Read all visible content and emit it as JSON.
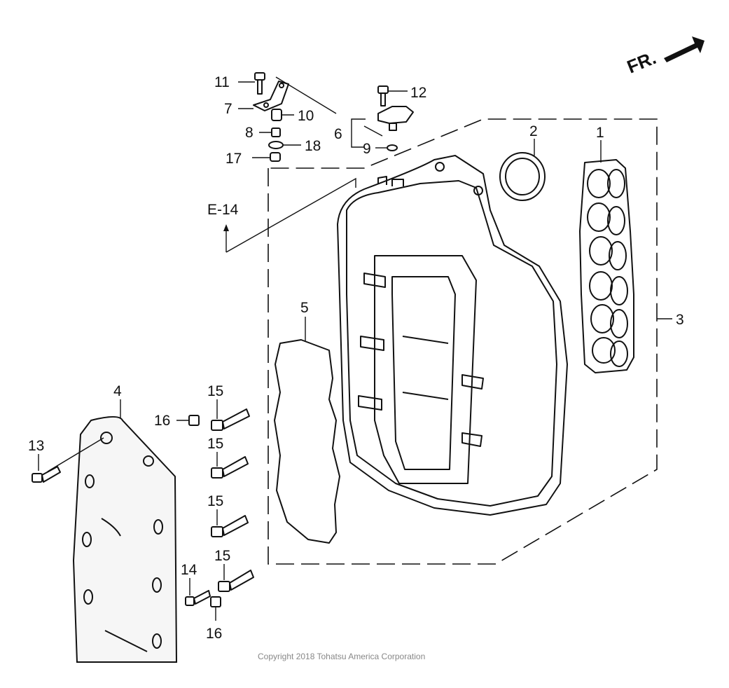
{
  "direction_indicator": {
    "label": "FR."
  },
  "reference": {
    "label": "E-14"
  },
  "copyright": "Copyright 2018 Tohatsu America Corporation",
  "callouts": {
    "c1": "1",
    "c2": "2",
    "c3": "3",
    "c4": "4",
    "c5": "5",
    "c6": "6",
    "c7": "7",
    "c8": "8",
    "c9": "9",
    "c10": "10",
    "c11": "11",
    "c12": "12",
    "c13": "13",
    "c14": "14",
    "c15a": "15",
    "c15b": "15",
    "c15c": "15",
    "c15d": "15",
    "c16a": "16",
    "c16b": "16",
    "c17": "17",
    "c18": "18"
  }
}
